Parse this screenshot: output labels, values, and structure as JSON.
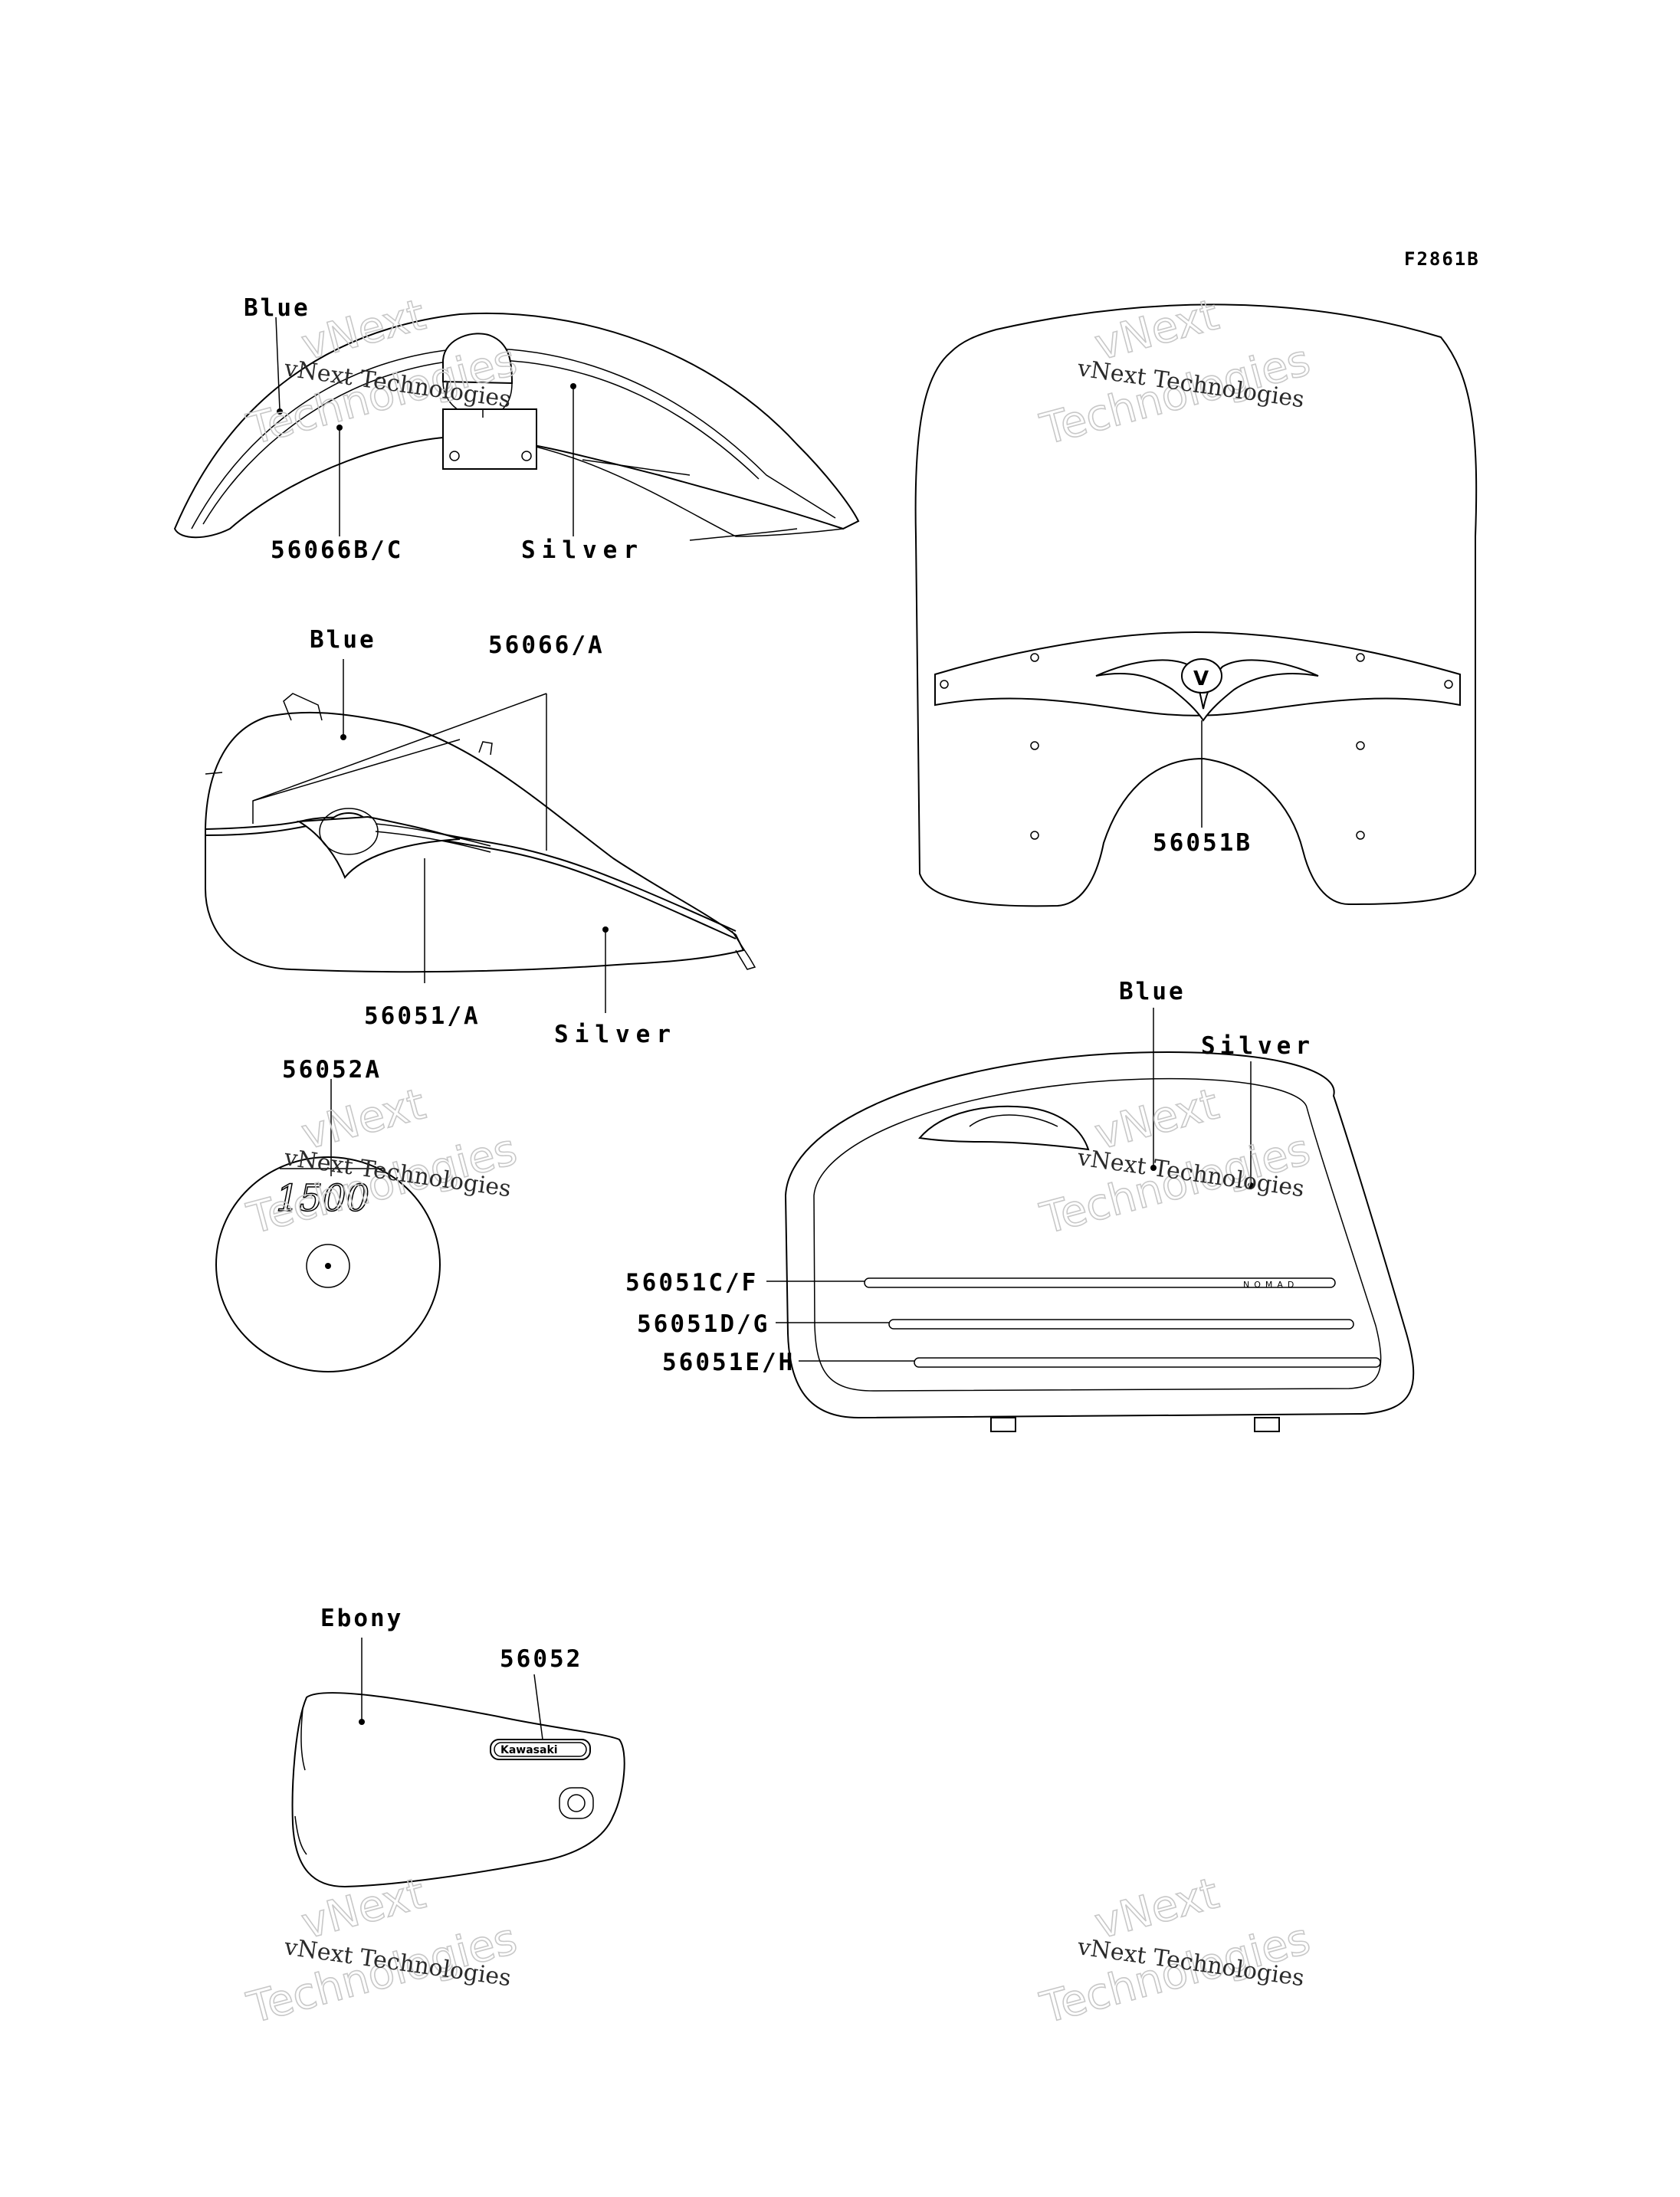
{
  "figure_id": "F2861B",
  "parts": {
    "front_fender": {
      "color_top": "Blue",
      "part_stripe": "56066B/C",
      "color_body": "Silver"
    },
    "fuel_tank": {
      "color_top": "Blue",
      "part_stripe": "56066/A",
      "part_emblem": "56051/A",
      "color_body": "Silver"
    },
    "windshield": {
      "part_emblem": "56051B"
    },
    "side_cover_round": {
      "part_badge": "56052A",
      "badge_text": "1500"
    },
    "saddlebag": {
      "color_top": "Blue",
      "color_body": "Silver",
      "stripe_1": "56051C/F",
      "stripe_2": "56051D/G",
      "stripe_3": "56051E/H",
      "stripe_text": "NOMAD"
    },
    "side_cover_panel": {
      "color": "Ebony",
      "part_badge": "56052",
      "badge_text": "Kawasaki"
    }
  },
  "watermark": {
    "line1": "vNext",
    "line2": "vNext Technologies",
    "line3": "Technologies"
  }
}
